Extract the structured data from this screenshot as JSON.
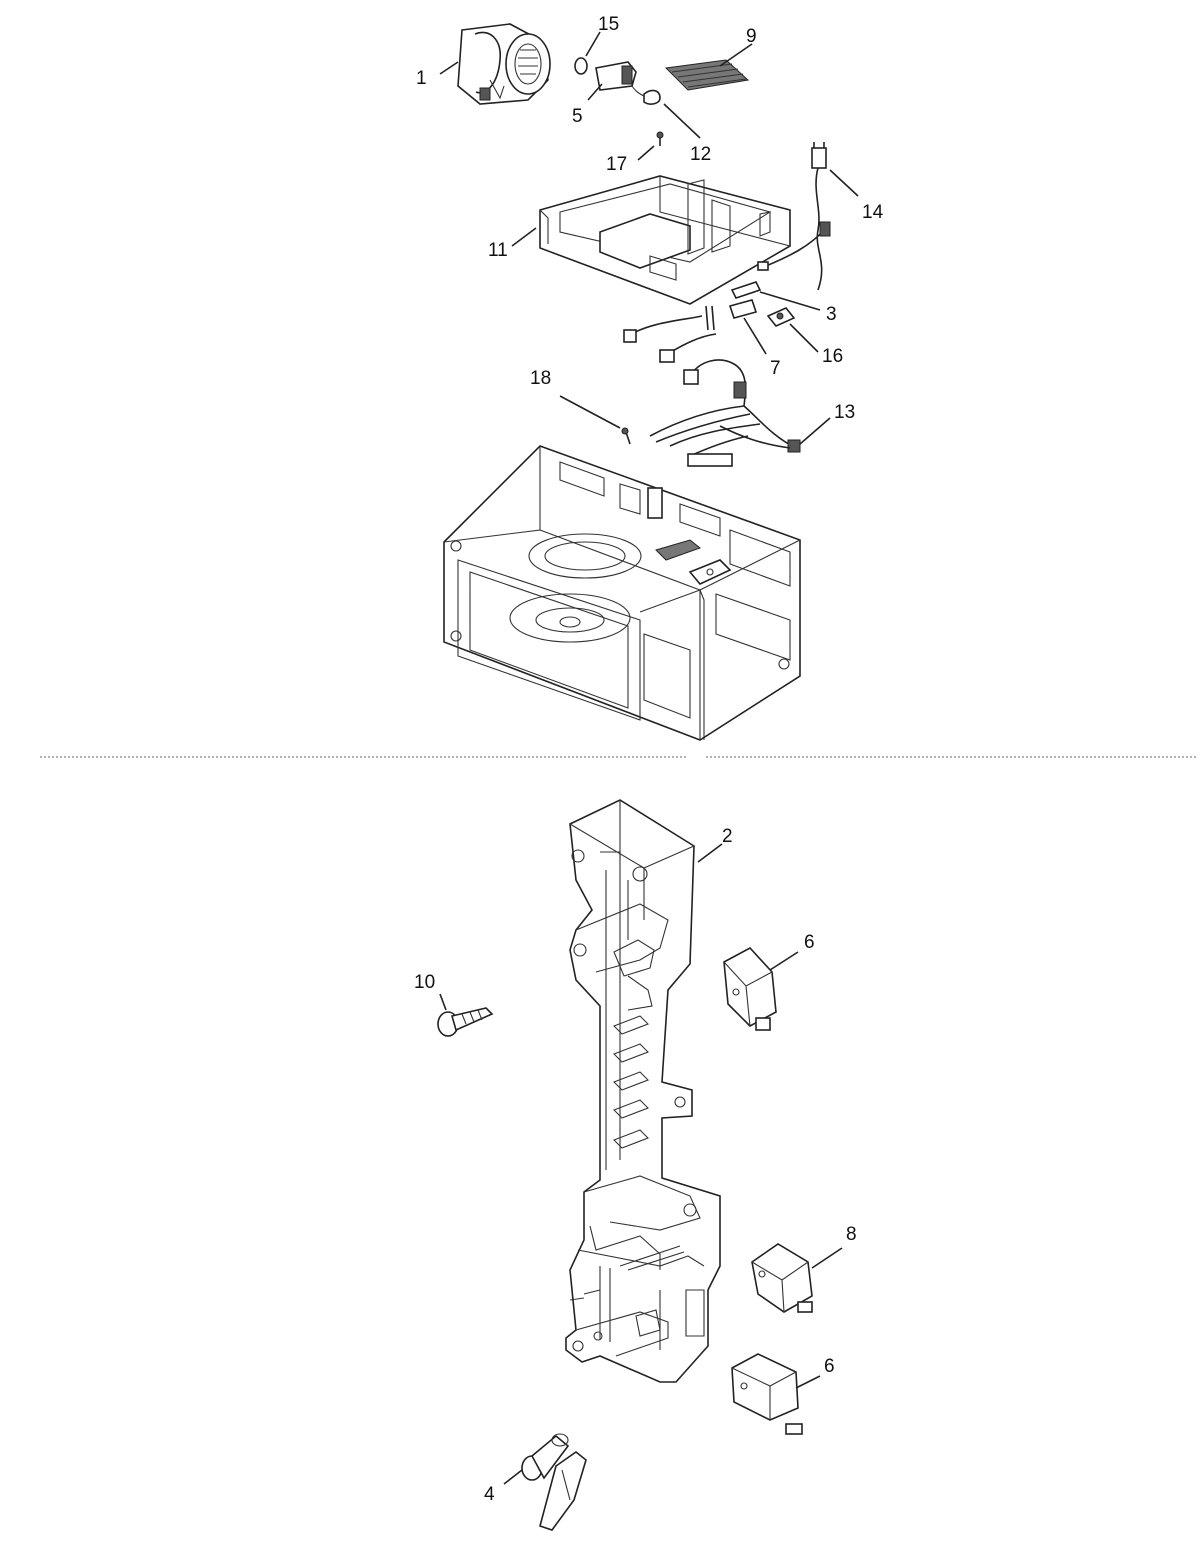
{
  "callouts": [
    {
      "id": "1",
      "text": "1"
    },
    {
      "id": "15",
      "text": "15"
    },
    {
      "id": "9",
      "text": "9"
    },
    {
      "id": "5",
      "text": "5"
    },
    {
      "id": "12",
      "text": "12"
    },
    {
      "id": "17",
      "text": "17"
    },
    {
      "id": "14",
      "text": "14"
    },
    {
      "id": "11",
      "text": "11"
    },
    {
      "id": "3",
      "text": "3"
    },
    {
      "id": "16",
      "text": "16"
    },
    {
      "id": "7",
      "text": "7"
    },
    {
      "id": "18",
      "text": "18"
    },
    {
      "id": "13",
      "text": "13"
    },
    {
      "id": "2",
      "text": "2"
    },
    {
      "id": "6a",
      "text": "6"
    },
    {
      "id": "10",
      "text": "10"
    },
    {
      "id": "8",
      "text": "8"
    },
    {
      "id": "6b",
      "text": "6"
    },
    {
      "id": "4",
      "text": "4"
    }
  ]
}
